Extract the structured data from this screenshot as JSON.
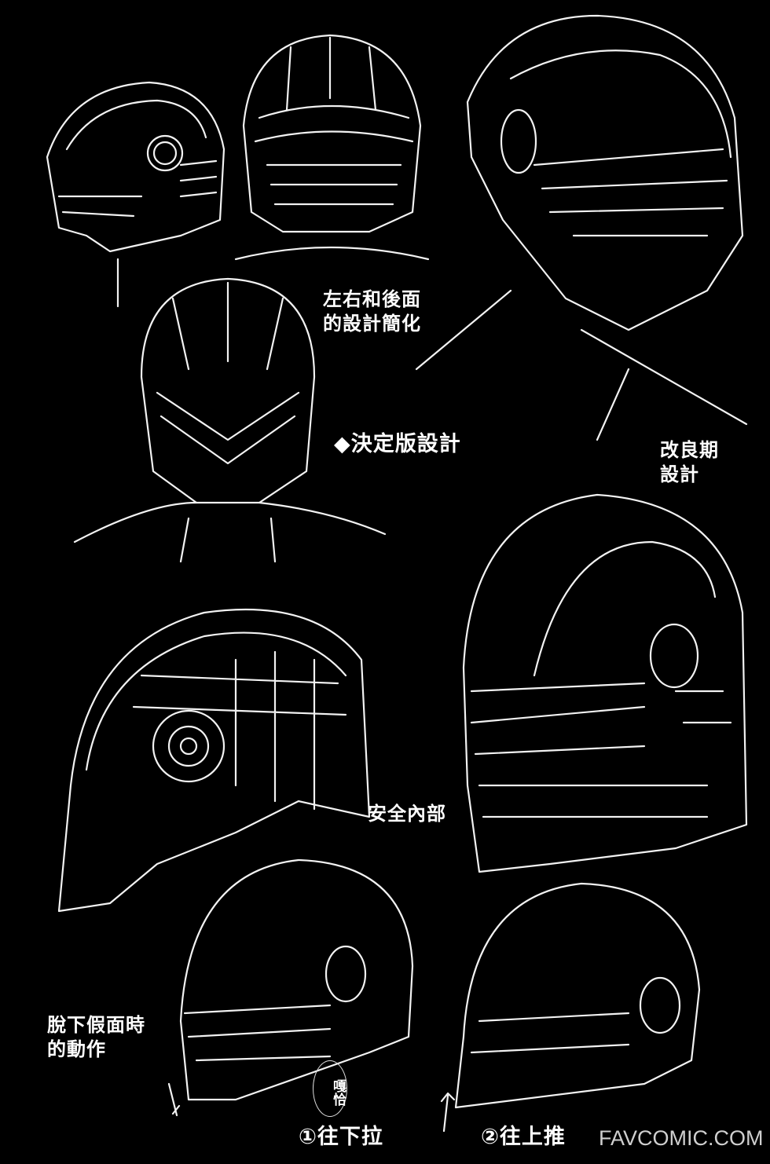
{
  "labels": {
    "simplified_line1": "左右和後面",
    "simplified_line2": "的設計簡化",
    "final_design": "◆決定版設計",
    "improved_line1": "改良期",
    "improved_line2": "設計",
    "interior": "安全內部",
    "removing_line1": "脫下假面時",
    "removing_line2": "的動作",
    "sound_effect": "嘎恰",
    "step1": "①往下拉",
    "step2": "②往上推"
  },
  "watermark": "FAVCOMIC.COM",
  "colors": {
    "background": "#000000",
    "lines": "#f2f2f2",
    "watermark": "#cfcfcf"
  }
}
